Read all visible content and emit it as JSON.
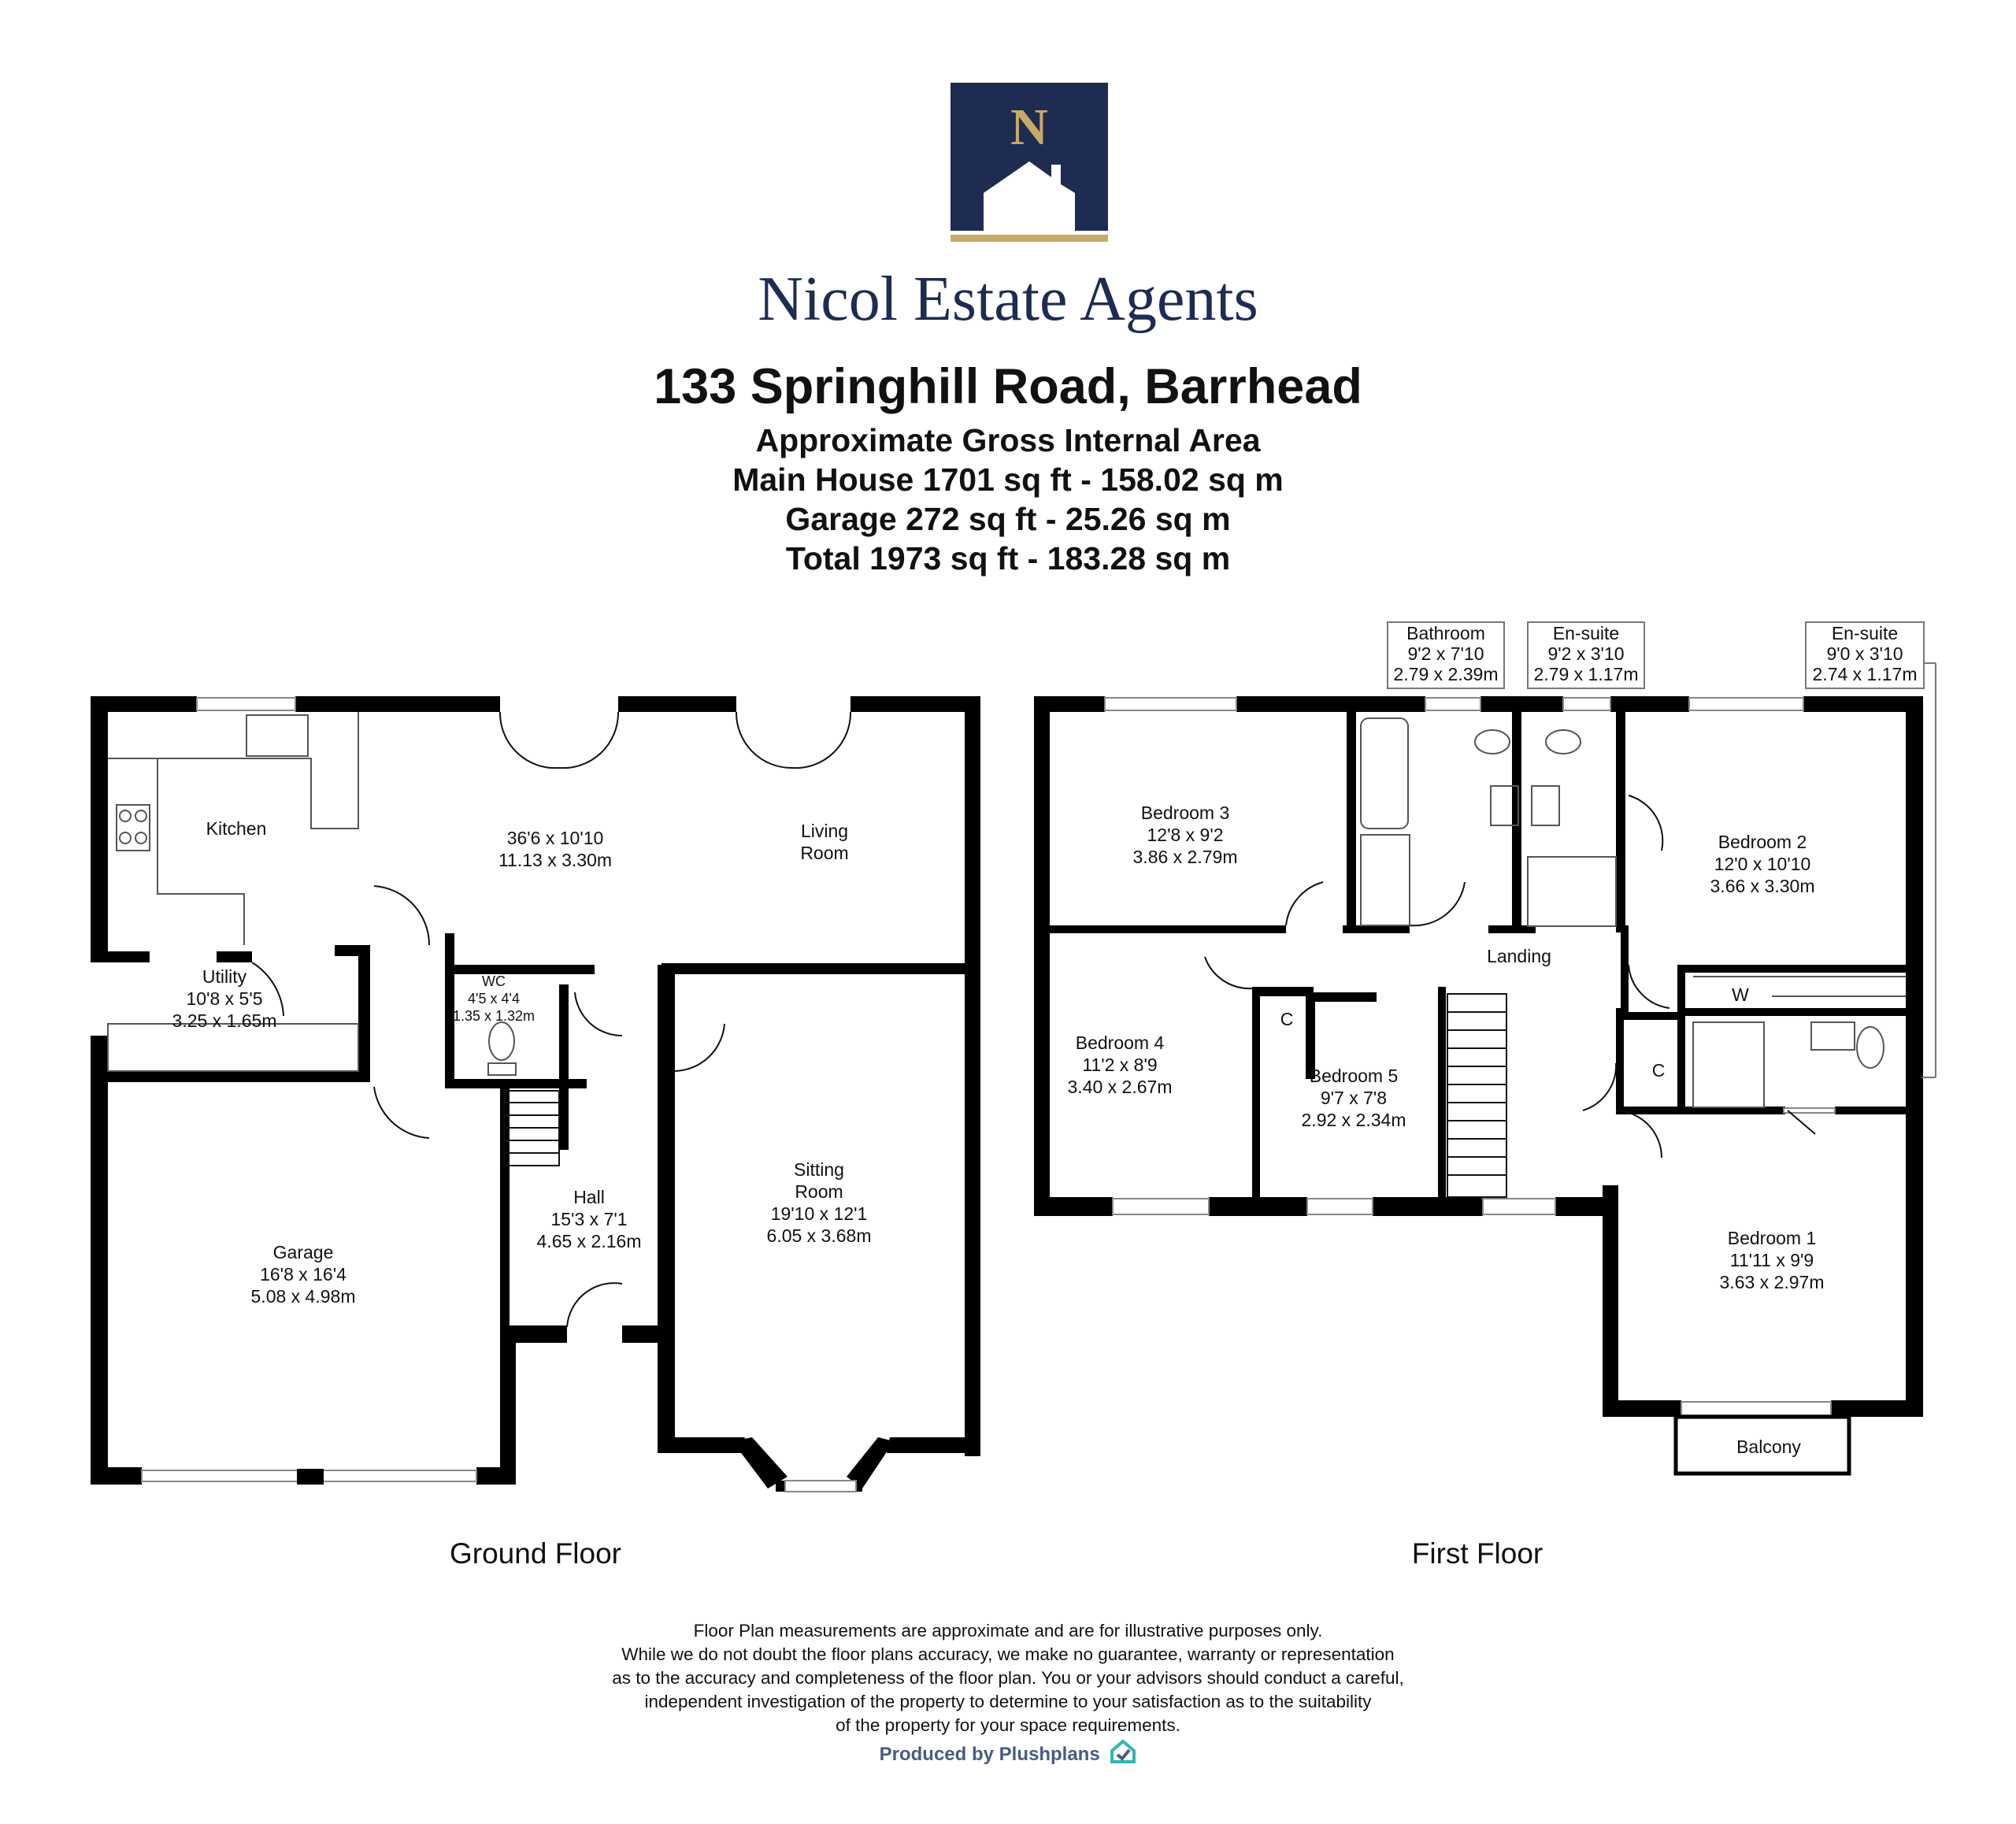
{
  "header": {
    "logo_letter": "N",
    "brand": "Nicol Estate Agents",
    "brand_color": "#1e2c52",
    "gold_color": "#c7a96a",
    "title": "133 Springhill Road, Barrhead",
    "area_heading": "Approximate Gross Internal Area",
    "main_house": "Main House 1701 sq ft -  158.02 sq m",
    "garage": "Garage 272 sq ft -  25.26 sq m",
    "total": "Total 1973 sq ft -  183.28 sq m"
  },
  "ground_floor": {
    "label": "Ground Floor",
    "kitchen": {
      "name": "Kitchen"
    },
    "open_plan": {
      "dim_imp": "36'6 x 10'10",
      "dim_met": "11.13 x 3.30m"
    },
    "living": {
      "line1": "Living",
      "line2": "Room"
    },
    "utility": {
      "name": "Utility",
      "dim_imp": "10'8 x 5'5",
      "dim_met": "3.25 x 1.65m"
    },
    "wc": {
      "name": "WC",
      "dim_imp": "4'5 x 4'4",
      "dim_met": "1.35 x 1.32m"
    },
    "garage": {
      "name": "Garage",
      "dim_imp": "16'8 x 16'4",
      "dim_met": "5.08 x 4.98m"
    },
    "hall": {
      "name": "Hall",
      "dim_imp": "15'3 x 7'1",
      "dim_met": "4.65 x 2.16m"
    },
    "sitting": {
      "line1": "Sitting",
      "line2": "Room",
      "dim_imp": "19'10 x 12'1",
      "dim_met": "6.05 x 3.68m"
    }
  },
  "first_floor": {
    "label": "First Floor",
    "bathroom": {
      "name": "Bathroom",
      "dim_imp": "9'2 x 7'10",
      "dim_met": "2.79 x 2.39m"
    },
    "ensuite_a": {
      "name": "En-suite",
      "dim_imp": "9'2 x 3'10",
      "dim_met": "2.79 x 1.17m"
    },
    "ensuite_b": {
      "name": "En-suite",
      "dim_imp": "9'0 x 3'10",
      "dim_met": "2.74 x 1.17m"
    },
    "bedroom3": {
      "name": "Bedroom 3",
      "dim_imp": "12'8 x 9'2",
      "dim_met": "3.86 x 2.79m"
    },
    "bedroom2": {
      "name": "Bedroom 2",
      "dim_imp": "12'0 x 10'10",
      "dim_met": "3.66 x 3.30m"
    },
    "landing": {
      "name": "Landing"
    },
    "wardrobe": {
      "name": "W"
    },
    "bedroom4": {
      "name": "Bedroom 4",
      "dim_imp": "11'2 x 8'9",
      "dim_met": "3.40 x 2.67m"
    },
    "cupboard_a": {
      "name": "C"
    },
    "cupboard_b": {
      "name": "C"
    },
    "bedroom5": {
      "name": "Bedroom 5",
      "dim_imp": "9'7 x 7'8",
      "dim_met": "2.92 x 2.34m"
    },
    "bedroom1": {
      "name": "Bedroom 1",
      "dim_imp": "11'11 x 9'9",
      "dim_met": "3.63 x 2.97m"
    },
    "balcony": {
      "name": "Balcony"
    }
  },
  "footer": {
    "disclaimer_1": "Floor Plan measurements are approximate and are for illustrative purposes only.",
    "disclaimer_2": "While we do not doubt the floor plans accuracy, we make no guarantee, warranty or representation",
    "disclaimer_3": "as to the accuracy and completeness of the floor plan. You or your advisors should conduct a careful,",
    "disclaimer_4": "independent investigation of the property to determine to your satisfaction as to the suitability",
    "disclaimer_5": "of the property for your space requirements.",
    "produced_by": "Produced by Plushplans",
    "produced_color": "#4a5b80",
    "plush_icon_color": "#2fb8b0"
  }
}
